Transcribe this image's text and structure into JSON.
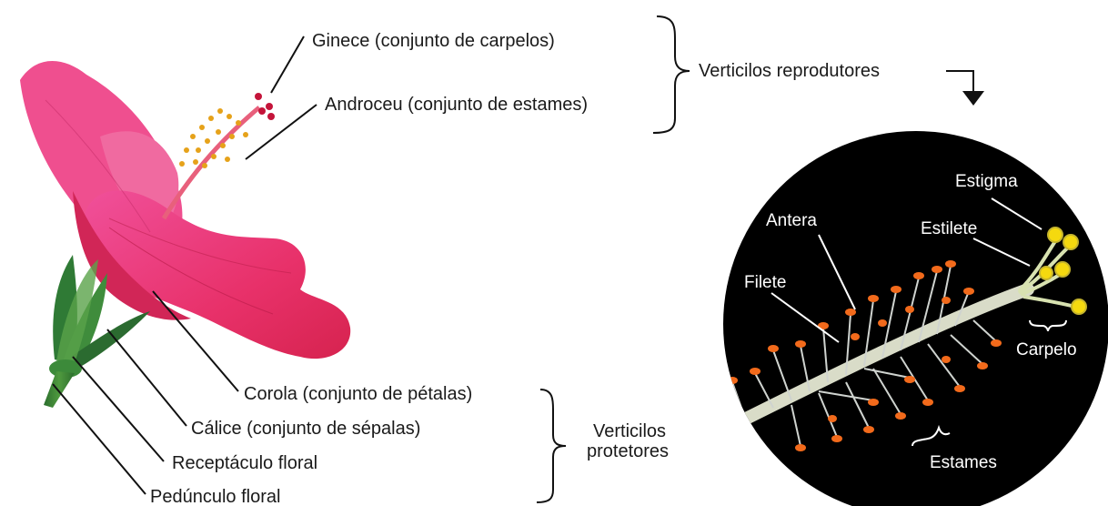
{
  "flower_labels": {
    "ginece": "Ginece (conjunto de carpelos)",
    "androceu": "Androceu (conjunto de estames)",
    "corola": "Corola (conjunto de pétalas)",
    "calice": "Cálice (conjunto de sépalas)",
    "receptaculo": "Receptáculo floral",
    "pedunculo": "Pedúnculo floral"
  },
  "groups": {
    "reprodutores": "Verticilos reprodutores",
    "protetores_line1": "Verticilos",
    "protetores_line2": "protetores"
  },
  "detail_labels": {
    "estigma": "Estigma",
    "estilete": "Estilete",
    "antera": "Antera",
    "filete": "Filete",
    "carpelo": "Carpelo",
    "estames": "Estames"
  },
  "colors": {
    "petal": "#e8316a",
    "petal_dark": "#c81e52",
    "sepal": "#2f7a35",
    "anther_orange": "#f26a1b",
    "stigma_yellow": "#f5d90f",
    "detail_bg": "#000000"
  }
}
